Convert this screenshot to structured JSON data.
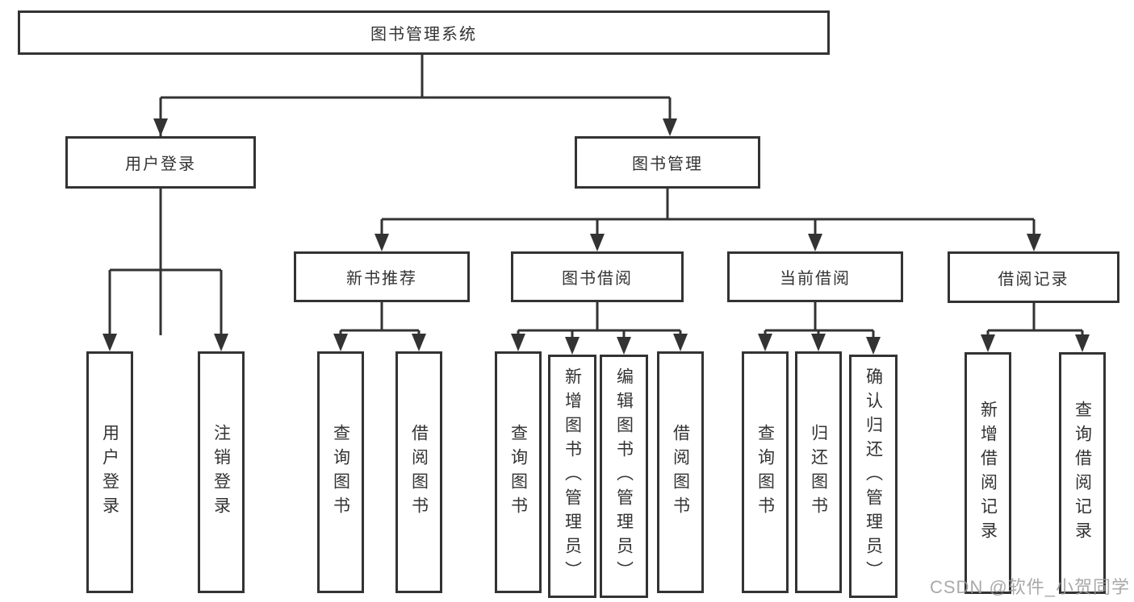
{
  "diagram": {
    "type": "hierarchy-tree",
    "title": "图书管理系统",
    "watermark": "CSDN @软件_小贺同学",
    "colors": {
      "background": "#ffffff",
      "line": "#333333",
      "box_border": "#333333",
      "box_fill": "#ffffff",
      "text": "#333333",
      "watermark": "#9b9b9b"
    },
    "nodes": {
      "root": "图书管理系统",
      "userLogin": "用户登录",
      "bookMgmt": "图书管理",
      "newBookRec": "新书推荐",
      "bookBorrow": "图书借阅",
      "currentBorrow": "当前借阅",
      "borrowRecord": "借阅记录",
      "leafUserLogin": "用户登录",
      "leafLogout": "注销登录",
      "recQueryBook": "查询图书",
      "recBorrowBook": "借阅图书",
      "bbQueryBook": "查询图书",
      "bbAddBook": "新增图书（管理员）",
      "bbEditBook": "编辑图书（管理员）",
      "bbBorrowBook": "借阅图书",
      "cbQueryBook": "查询图书",
      "cbReturnBook": "归还图书",
      "cbConfirmReturn": "确认归还（管理员）",
      "brAddRecord": "新增借阅记录",
      "brQueryRecord": "查询借阅记录"
    },
    "structure": {
      "图书管理系统": {
        "用户登录": [
          "用户登录",
          "注销登录"
        ],
        "图书管理": {
          "新书推荐": [
            "查询图书",
            "借阅图书"
          ],
          "图书借阅": [
            "查询图书",
            "新增图书（管理员）",
            "编辑图书（管理员）",
            "借阅图书"
          ],
          "当前借阅": [
            "查询图书",
            "归还图书",
            "确认归还（管理员）"
          ],
          "借阅记录": [
            "新增借阅记录",
            "查询借阅记录"
          ]
        }
      }
    }
  }
}
